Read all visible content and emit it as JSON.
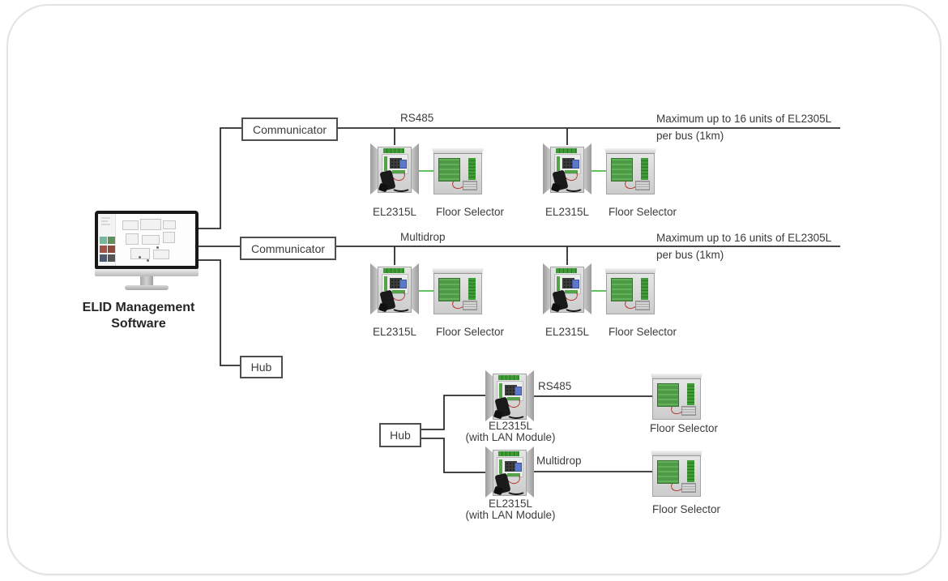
{
  "monitor": {
    "title_line1": "ELID Management",
    "title_line2": "Software"
  },
  "boxes": {
    "communicator1": "Communicator",
    "communicator2": "Communicator",
    "hub1": "Hub",
    "hub2": "Hub"
  },
  "bus1": {
    "label": "RS485",
    "note_line1": "Maximum up to 16 units of EL2305L",
    "note_line2": "per bus (1km)"
  },
  "bus2": {
    "label": "Multidrop",
    "note_line1": "Maximum up to 16 units of EL2305L",
    "note_line2": "per bus (1km)"
  },
  "row1": {
    "controller1": "EL2315L",
    "selector1": "Floor Selector",
    "controller2": "EL2315L",
    "selector2": "Floor Selector"
  },
  "row2": {
    "controller1": "EL2315L",
    "selector1": "Floor Selector",
    "controller2": "EL2315L",
    "selector2": "Floor Selector"
  },
  "hub_section": {
    "rs485_label": "RS485",
    "multidrop_label": "Multidrop",
    "lan1_name": "EL2315L",
    "lan1_sub": "(with LAN Module)",
    "lan1_selector": "Floor Selector",
    "lan2_name": "EL2315L",
    "lan2_sub": "(with LAN Module)",
    "lan2_selector": "Floor Selector"
  },
  "colors": {
    "line": "#2b2b2b",
    "green_link": "#4db848",
    "box_border": "#4f4f4f",
    "card_border": "#e3e3e3"
  }
}
